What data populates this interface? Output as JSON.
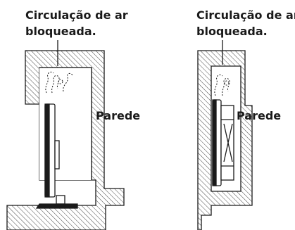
{
  "left_panel": {
    "caption_line1": "Circulação de ar",
    "caption_line2": "bloqueada.",
    "wall_label": "Parede"
  },
  "right_panel": {
    "caption_line1": "Circulação de ar",
    "caption_line2": "bloqueada.",
    "wall_label": "Parede"
  },
  "colors": {
    "line": "#1a1a1a",
    "background": "#ffffff"
  }
}
